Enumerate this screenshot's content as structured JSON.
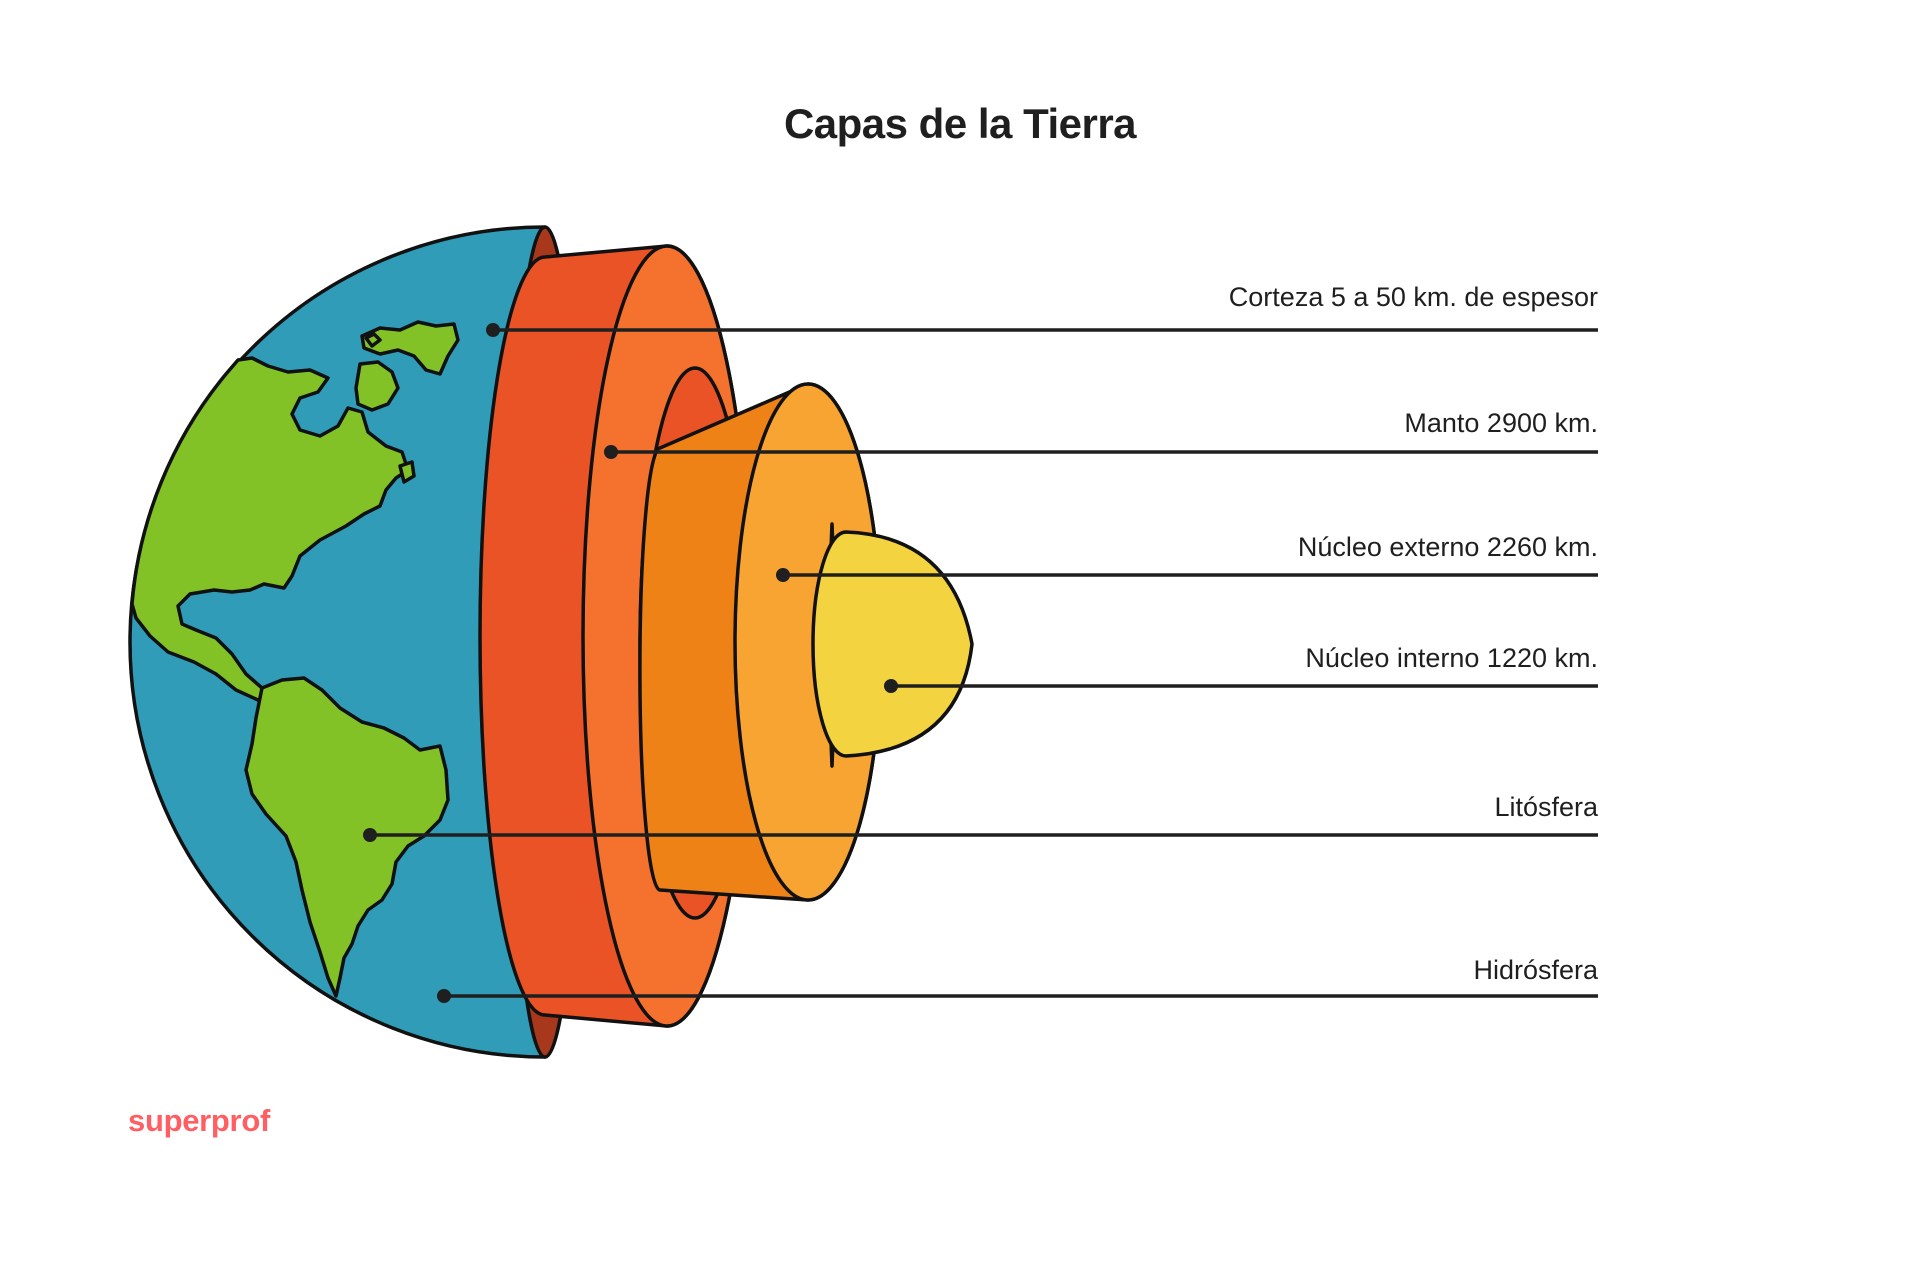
{
  "title": "Capas de la Tierra",
  "labels": {
    "corteza": "Corteza 5 a 50 km. de espesor",
    "manto": "Manto 2900 km.",
    "nucleo_externo": "Núcleo externo 2260 km.",
    "nucleo_interno": "Núcleo interno 1220 km.",
    "litosfera": "Litósfera",
    "hidrosfera": "Hidrósfera"
  },
  "brand": "superprof",
  "colors": {
    "ocean": "#309cb8",
    "land": "#82c226",
    "crust_rim": "#a8381c",
    "crust": "#ea5325",
    "mantle": "#f4722e",
    "outer_core_dark": "#ef8216",
    "outer_core": "#f8a432",
    "inner_core": "#f3d440",
    "outline": "#111111",
    "brand": "#ff5f63"
  }
}
